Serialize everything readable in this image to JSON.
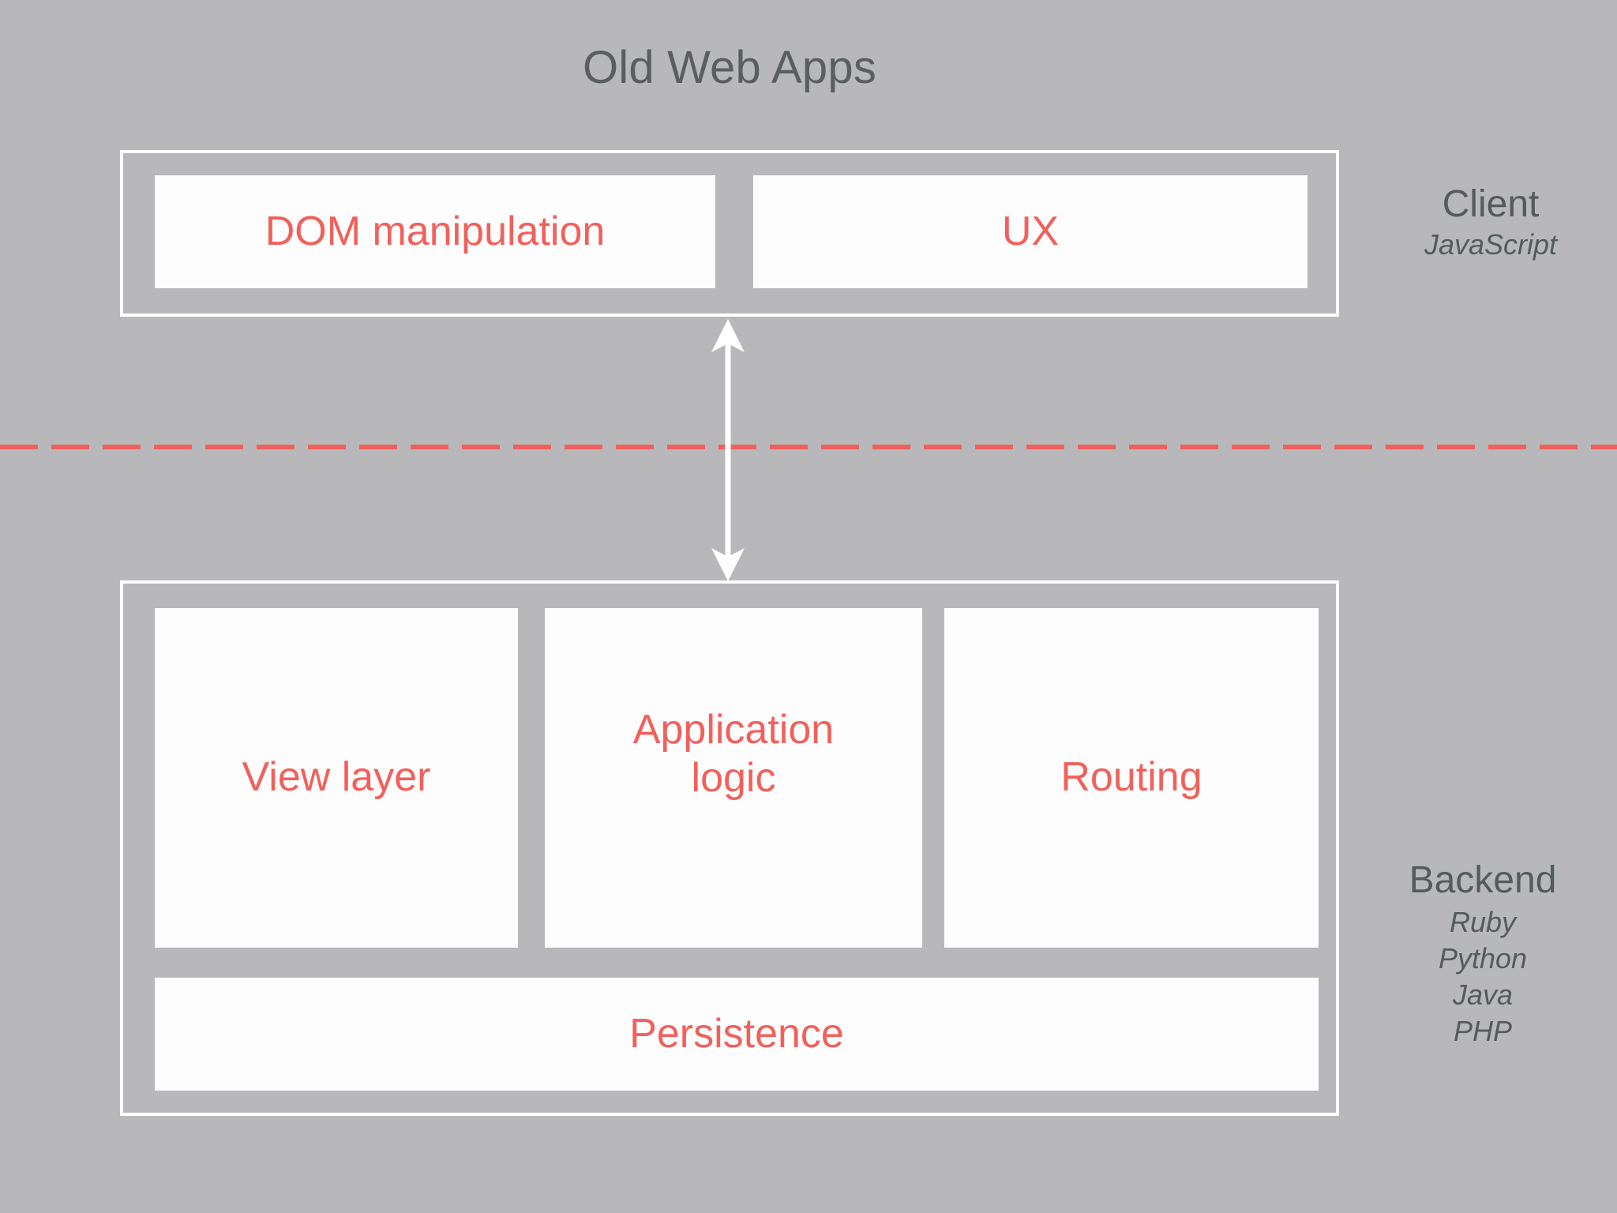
{
  "title": "Old Web Apps",
  "colors": {
    "background": "#B8B8BA",
    "accent_red": "#F2605B",
    "text_gray": "#555A5D",
    "box_fill": "#FDFDFD",
    "border_white": "#FFFFFF"
  },
  "client_tier": {
    "label": "Client",
    "technology": "JavaScript",
    "boxes": [
      {
        "label": "DOM manipulation"
      },
      {
        "label": "UX"
      }
    ]
  },
  "backend_tier": {
    "label": "Backend",
    "technologies": [
      "Ruby",
      "Python",
      "Java",
      "PHP"
    ],
    "boxes": [
      {
        "label": "View layer"
      },
      {
        "label": "Application\nlogic"
      },
      {
        "label": "Routing"
      },
      {
        "label": "Persistence"
      }
    ]
  },
  "separator": {
    "style": "dashed",
    "color": "#F2605B"
  },
  "arrow": {
    "name": "bidirectional-arrow",
    "direction": "vertical-double",
    "color": "#FFFFFF"
  }
}
